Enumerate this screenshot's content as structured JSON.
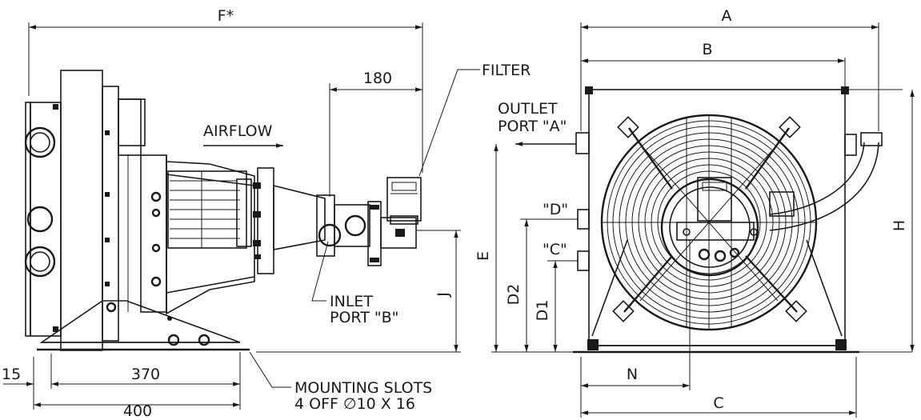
{
  "side_view": {
    "overall_length_label": "F*",
    "filter_offset_label": "180",
    "filter_label": "FILTER",
    "airflow_label": "AIRFLOW",
    "inlet_label_line1": "INLET",
    "inlet_label_line2": "PORT \"B\"",
    "height_label": "J",
    "edge_label": "15",
    "slot_spacing_label": "370",
    "base_length_label": "400",
    "mounting_line1": "MOUNTING SLOTS",
    "mounting_line2": "4 OFF ∅10 X 16"
  },
  "front_view": {
    "width_a_label": "A",
    "width_b_label": "B",
    "outlet_label_line1": "OUTLET",
    "outlet_label_line2": "PORT \"A\"",
    "port_d_label": "\"D\"",
    "port_c_label": "\"C\"",
    "height_e_label": "E",
    "height_d2_label": "D2",
    "height_d1_label": "D1",
    "height_h_label": "H",
    "offset_n_label": "N",
    "base_c_label": "C"
  },
  "colors": {
    "line": "#1a1a1a",
    "background": "#ffffff"
  }
}
